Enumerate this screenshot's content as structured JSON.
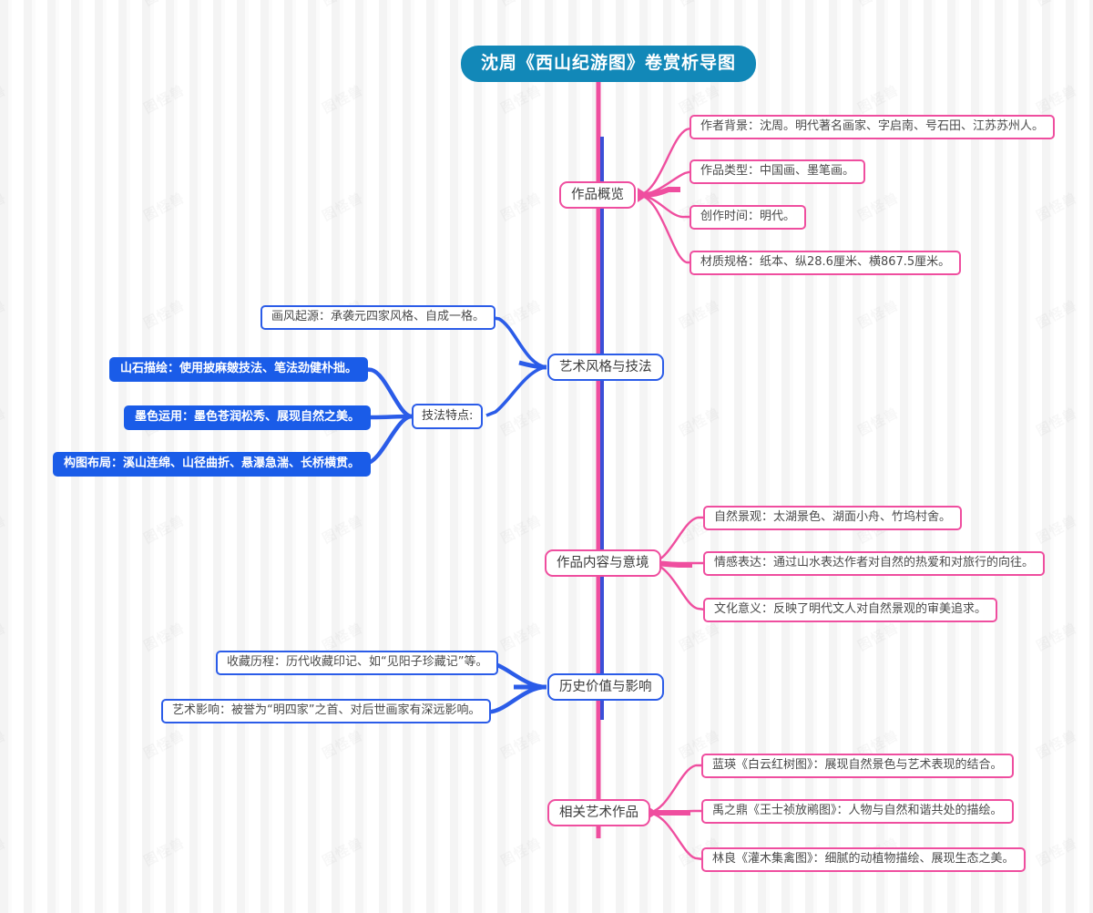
{
  "colors": {
    "root_fill": "#1288b8",
    "pink": "#ef4e9f",
    "blue": "#2b5ce8",
    "blue_fill": "#1a5ce8",
    "background": "#fdfdfd"
  },
  "watermark": {
    "text": "图怪兽"
  },
  "root": {
    "title": "沈周《西山纪游图》卷赏析导图"
  },
  "branches": [
    {
      "id": "overview",
      "label": "作品概览",
      "color": "pink",
      "leaves": [
        {
          "text": "作者背景：沈周。明代著名画家、字启南、号石田、江苏苏州人。"
        },
        {
          "text": "作品类型：中国画、墨笔画。"
        },
        {
          "text": "创作时间：明代。"
        },
        {
          "text": "材质规格：纸本、纵28.6厘米、横867.5厘米。"
        }
      ]
    },
    {
      "id": "style",
      "label": "艺术风格与技法",
      "color": "blue",
      "leaves": [
        {
          "text": "画风起源：承袭元四家风格、自成一格。"
        }
      ],
      "sub": {
        "label": "技法特点:",
        "leaves": [
          {
            "text": "山石描绘：使用披麻皴技法、笔法劲健朴拙。"
          },
          {
            "text": "墨色运用：墨色苍润松秀、展现自然之美。"
          },
          {
            "text": "构图布局：溪山连绵、山径曲折、悬瀑急湍、长桥横贯。"
          }
        ]
      }
    },
    {
      "id": "content",
      "label": "作品内容与意境",
      "color": "pink",
      "leaves": [
        {
          "text": "自然景观：太湖景色、湖面小舟、竹坞村舍。"
        },
        {
          "text": "情感表达：通过山水表达作者对自然的热爱和对旅行的向往。"
        },
        {
          "text": "文化意义：反映了明代文人对自然景观的审美追求。"
        }
      ]
    },
    {
      "id": "history",
      "label": "历史价值与影响",
      "color": "blue",
      "leaves": [
        {
          "text": "收藏历程：历代收藏印记、如“见阳子珍藏记”等。"
        },
        {
          "text": "艺术影响：被誉为“明四家”之首、对后世画家有深远影响。"
        }
      ]
    },
    {
      "id": "related",
      "label": "相关艺术作品",
      "color": "pink",
      "leaves": [
        {
          "text": "蓝瑛《白云红树图》：展现自然景色与艺术表现的结合。"
        },
        {
          "text": "禹之鼎《王士祯放鹇图》：人物与自然和谐共处的描绘。"
        },
        {
          "text": "林良《灌木集禽图》：细腻的动植物描绘、展现生态之美。"
        }
      ]
    }
  ]
}
